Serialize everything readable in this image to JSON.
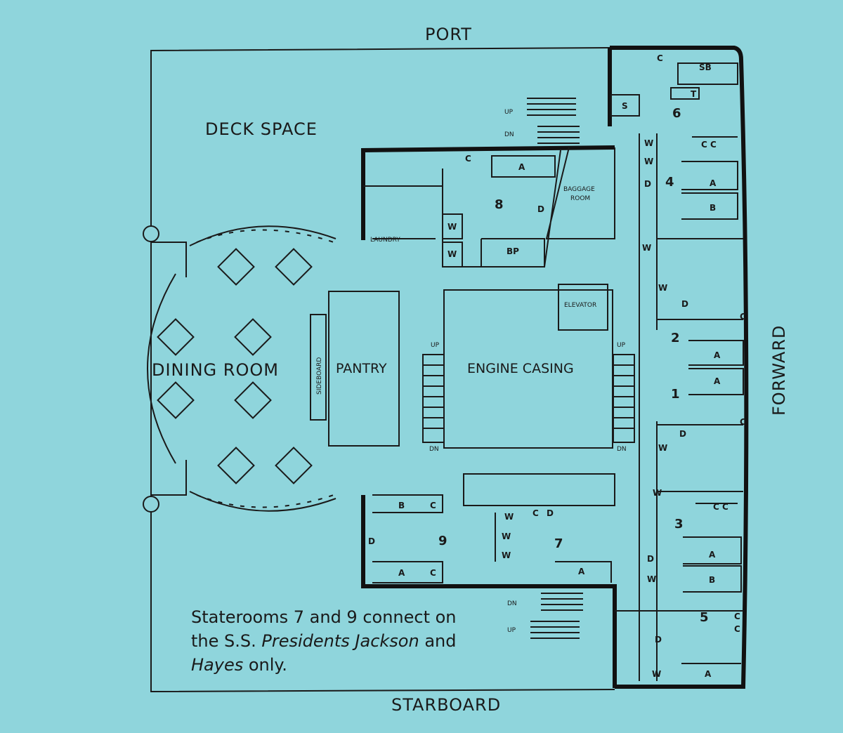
{
  "orientation": {
    "port": "PORT",
    "starboard": "STARBOARD",
    "forward": "FORWARD"
  },
  "areas": {
    "deck_space": "DECK SPACE",
    "dining_room": "DINING ROOM",
    "sideboard": "SIDEBOARD",
    "pantry": "PANTRY",
    "engine_casing": "ENGINE CASING",
    "elevator": "ELEVATOR",
    "baggage_room_1": "BAGGAGE",
    "baggage_room_2": "ROOM",
    "laundry": "LAUNDRY"
  },
  "stairs": {
    "up": "UP",
    "dn": "DN"
  },
  "staterooms": {
    "r1": "1",
    "r2": "2",
    "r3": "3",
    "r4": "4",
    "r5": "5",
    "r6": "6",
    "r7": "7",
    "r8": "8",
    "r9": "9"
  },
  "furniture": {
    "a": "A",
    "b": "B",
    "c": "C",
    "cc": "C C",
    "w": "W",
    "d": "D",
    "sb": "SB",
    "s": "S",
    "t": "T",
    "bp": "BP"
  },
  "note": {
    "part1": "Staterooms 7 and 9 connect on the S.S. ",
    "italic1": "Presidents Jackson",
    "part2": " and ",
    "italic2": "Hayes",
    "part3": " only."
  },
  "colors": {
    "background": "#8fd5dc",
    "ink": "#1a1a1a"
  }
}
